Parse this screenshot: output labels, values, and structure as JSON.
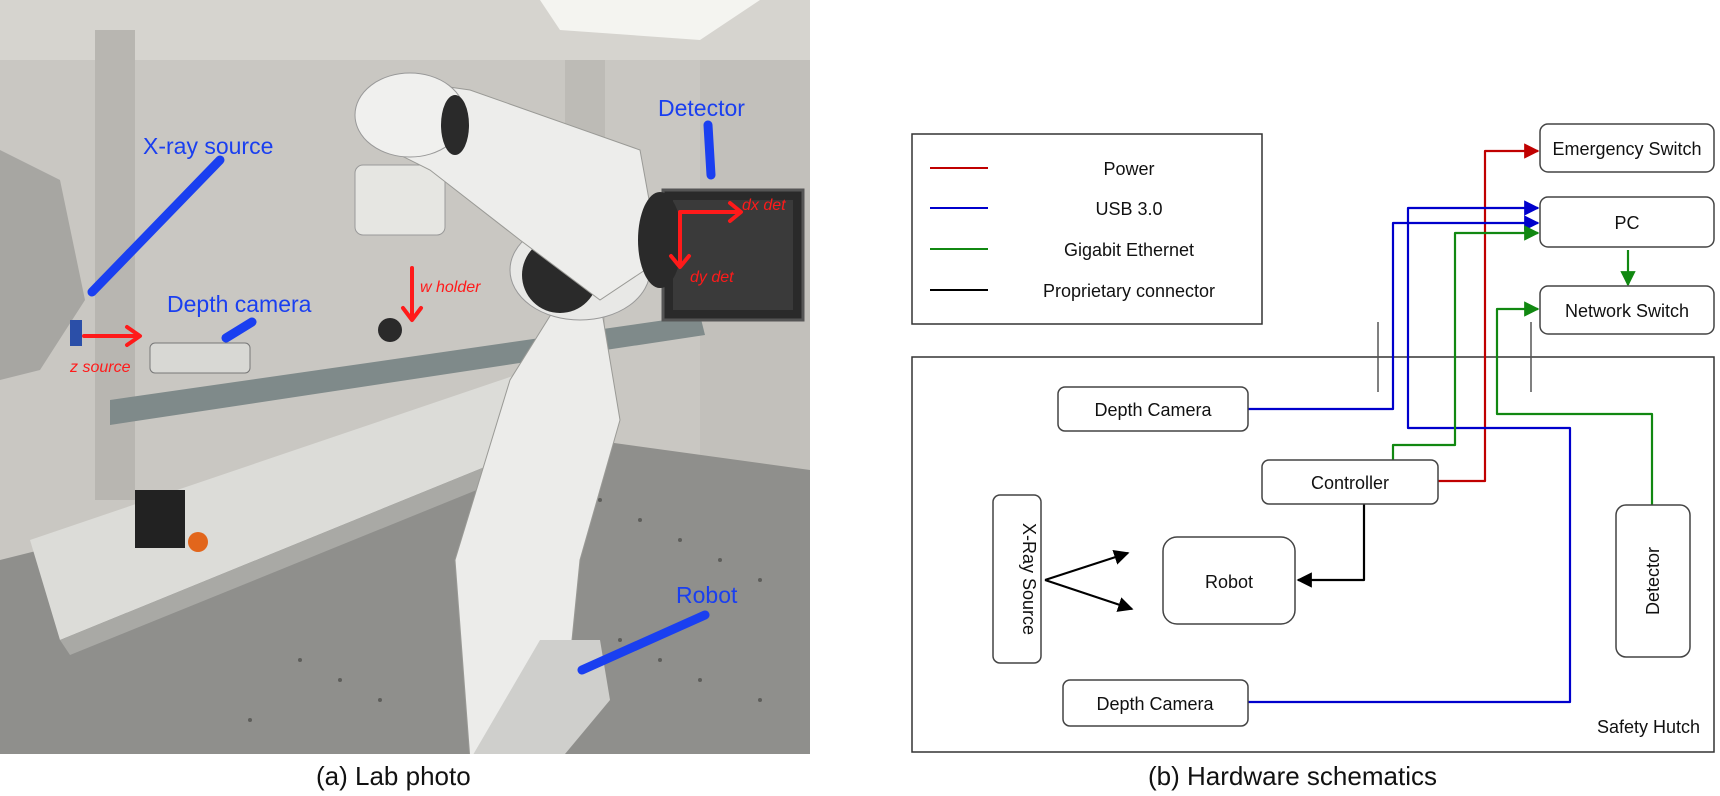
{
  "photo": {
    "caption": "(a) Lab photo",
    "labels": {
      "xray_source": "X-ray source",
      "detector": "Detector",
      "depth_camera": "Depth camera",
      "robot": "Robot"
    },
    "axes": {
      "z_source": "z source",
      "w_holder": "w holder",
      "dx_det": "dx det",
      "dy_det": "dy det"
    }
  },
  "schematic": {
    "caption": "(b) Hardware schematics",
    "legend": {
      "power": "Power",
      "usb": "USB 3.0",
      "ethernet": "Gigabit Ethernet",
      "proprietary": "Proprietary connector"
    },
    "nodes": {
      "emergency_switch": "Emergency Switch",
      "pc": "PC",
      "network_switch": "Network Switch",
      "depth_camera_top": "Depth Camera",
      "controller": "Controller",
      "xray_source": "X-Ray Source",
      "robot": "Robot",
      "detector": "Detector",
      "depth_camera_bottom": "Depth Camera",
      "safety_hutch": "Safety Hutch"
    },
    "colors": {
      "power": "#c00000",
      "usb": "#0000cc",
      "ethernet": "#118811",
      "proprietary": "#000000"
    }
  }
}
